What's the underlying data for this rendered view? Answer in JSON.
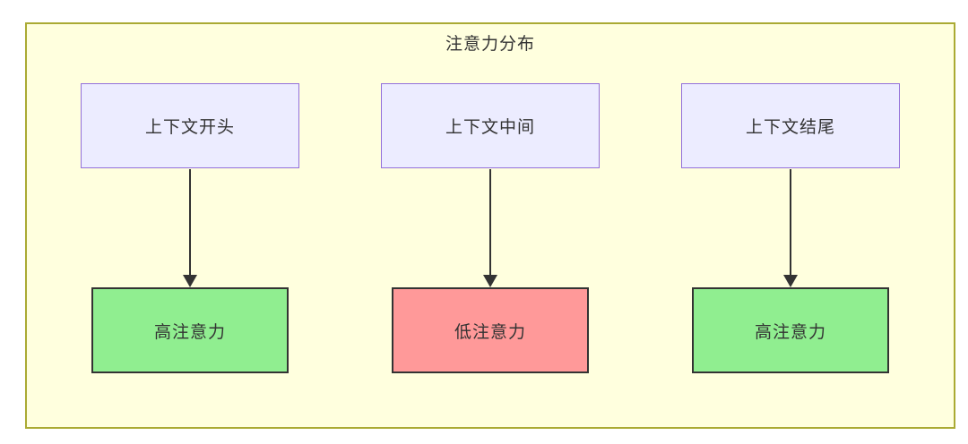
{
  "diagram": {
    "title": "注意力分布",
    "container": {
      "fill": "#ffffde",
      "stroke": "#aaaa33"
    },
    "text_color": "#333333",
    "arrow_color": "#333333",
    "top_nodes": [
      {
        "label": "上下文开头",
        "fill": "#ECECFF",
        "stroke": "#9370DB"
      },
      {
        "label": "上下文中间",
        "fill": "#ECECFF",
        "stroke": "#9370DB"
      },
      {
        "label": "上下文结尾",
        "fill": "#ECECFF",
        "stroke": "#9370DB"
      }
    ],
    "bottom_nodes": [
      {
        "label": "高注意力",
        "fill": "#90EE90",
        "stroke": "#333333"
      },
      {
        "label": "低注意力",
        "fill": "#FF9999",
        "stroke": "#333333"
      },
      {
        "label": "高注意力",
        "fill": "#90EE90",
        "stroke": "#333333"
      }
    ],
    "edges": [
      {
        "from": "上下文开头",
        "to": "高注意力"
      },
      {
        "from": "上下文中间",
        "to": "低注意力"
      },
      {
        "from": "上下文结尾",
        "to": "高注意力"
      }
    ]
  }
}
